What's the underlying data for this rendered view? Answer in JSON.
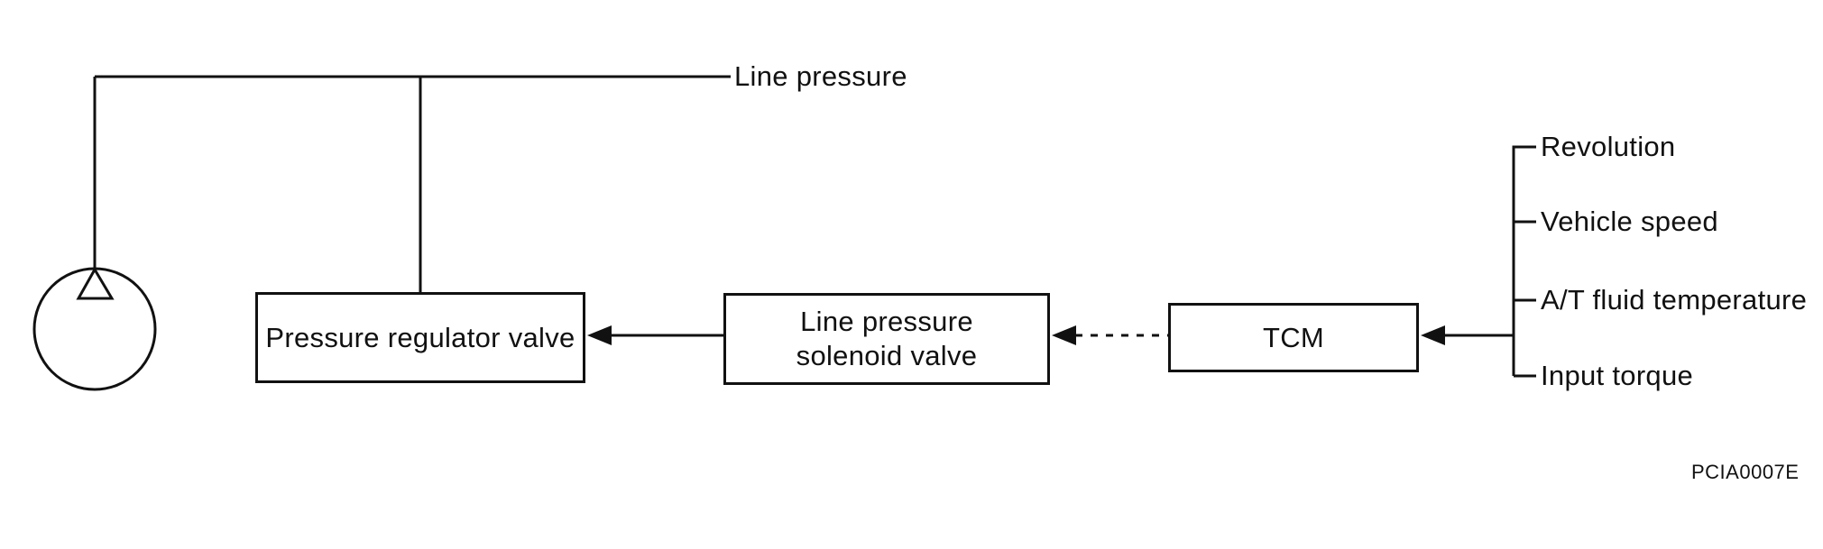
{
  "figure_code": "PCIA0007E",
  "labels": {
    "line_pressure": "Line pressure"
  },
  "boxes": {
    "pressure_regulator_valve": "Pressure regulator valve",
    "line_pressure_solenoid_valve": "Line pressure\nsolenoid valve",
    "tcm": "TCM"
  },
  "tcm_inputs": [
    "Revolution",
    "Vehicle speed",
    "A/T fluid temperature",
    "Input torque"
  ],
  "icons": {
    "pump": "pump-icon"
  },
  "colors": {
    "ink": "#111111",
    "background": "#ffffff"
  }
}
